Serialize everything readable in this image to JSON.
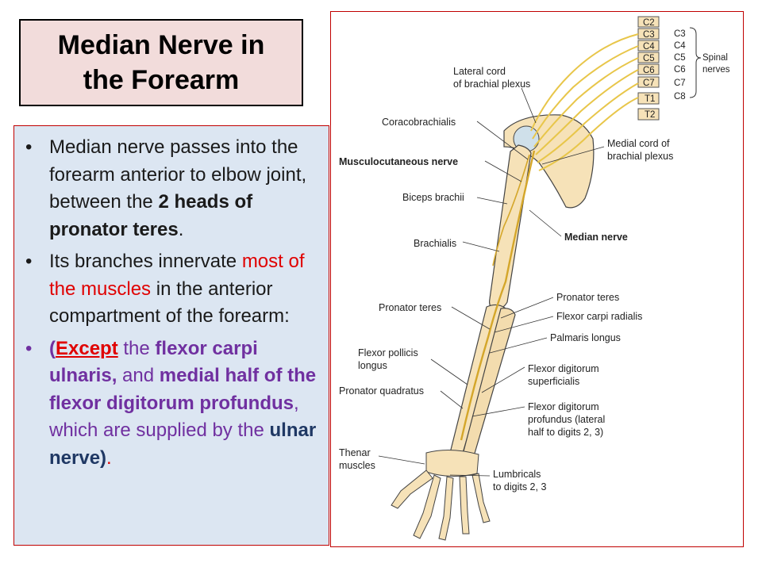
{
  "title": [
    "Median Nerve in",
    "the Forearm"
  ],
  "bullets": {
    "b1": {
      "t1": "Median nerve passes into the forearm anterior to elbow joint, between the ",
      "t2": "2 heads of pronator teres",
      "t3": "."
    },
    "b2": {
      "t1": "Its branches innervate ",
      "t2": "most of the muscles",
      "t3": " in the anterior compartment of the forearm:"
    },
    "b3": {
      "t1": "(",
      "t2": "Except",
      "t3": " the ",
      "t4": "flexor carpi ulnaris,",
      "t5": " and ",
      "t6": "medial half of the flexor digitorum profundus",
      "t7": ", which are supplied by the ",
      "t8": "ulnar nerve",
      "t9": ")",
      "t10": "."
    },
    "dot": "•"
  },
  "diagram": {
    "vertebrae": [
      "C2",
      "C3",
      "C4",
      "C5",
      "C6",
      "C7",
      "T1",
      "T2"
    ],
    "roots": [
      "C3",
      "C4",
      "C5",
      "C6",
      "C7",
      "C8"
    ],
    "spinal_nerves": [
      "Spinal",
      "nerves"
    ],
    "labels": {
      "lateral_cord": [
        "Lateral cord",
        "of brachial plexus"
      ],
      "coracobrachialis": "Coracobrachialis",
      "musculocutaneous": "Musculocutaneous nerve",
      "biceps": "Biceps brachii",
      "brachialis": "Brachialis",
      "pronator_teres_l": "Pronator teres",
      "fpl": [
        "Flexor pollicis",
        "longus"
      ],
      "pronator_quadratus": "Pronator quadratus",
      "thenar": [
        "Thenar",
        "muscles"
      ],
      "medial_cord": [
        "Medial cord of",
        "brachial plexus"
      ],
      "median_nerve": "Median nerve",
      "pronator_teres_r": "Pronator teres",
      "fcr": "Flexor carpi radialis",
      "palmaris": "Palmaris longus",
      "fds": [
        "Flexor digitorum",
        "superficialis"
      ],
      "fdp": [
        "Flexor digitorum",
        "profundus (lateral",
        "half to digits 2, 3)"
      ],
      "lumbricals": [
        "Lumbricals",
        "to digits 2, 3"
      ]
    }
  }
}
